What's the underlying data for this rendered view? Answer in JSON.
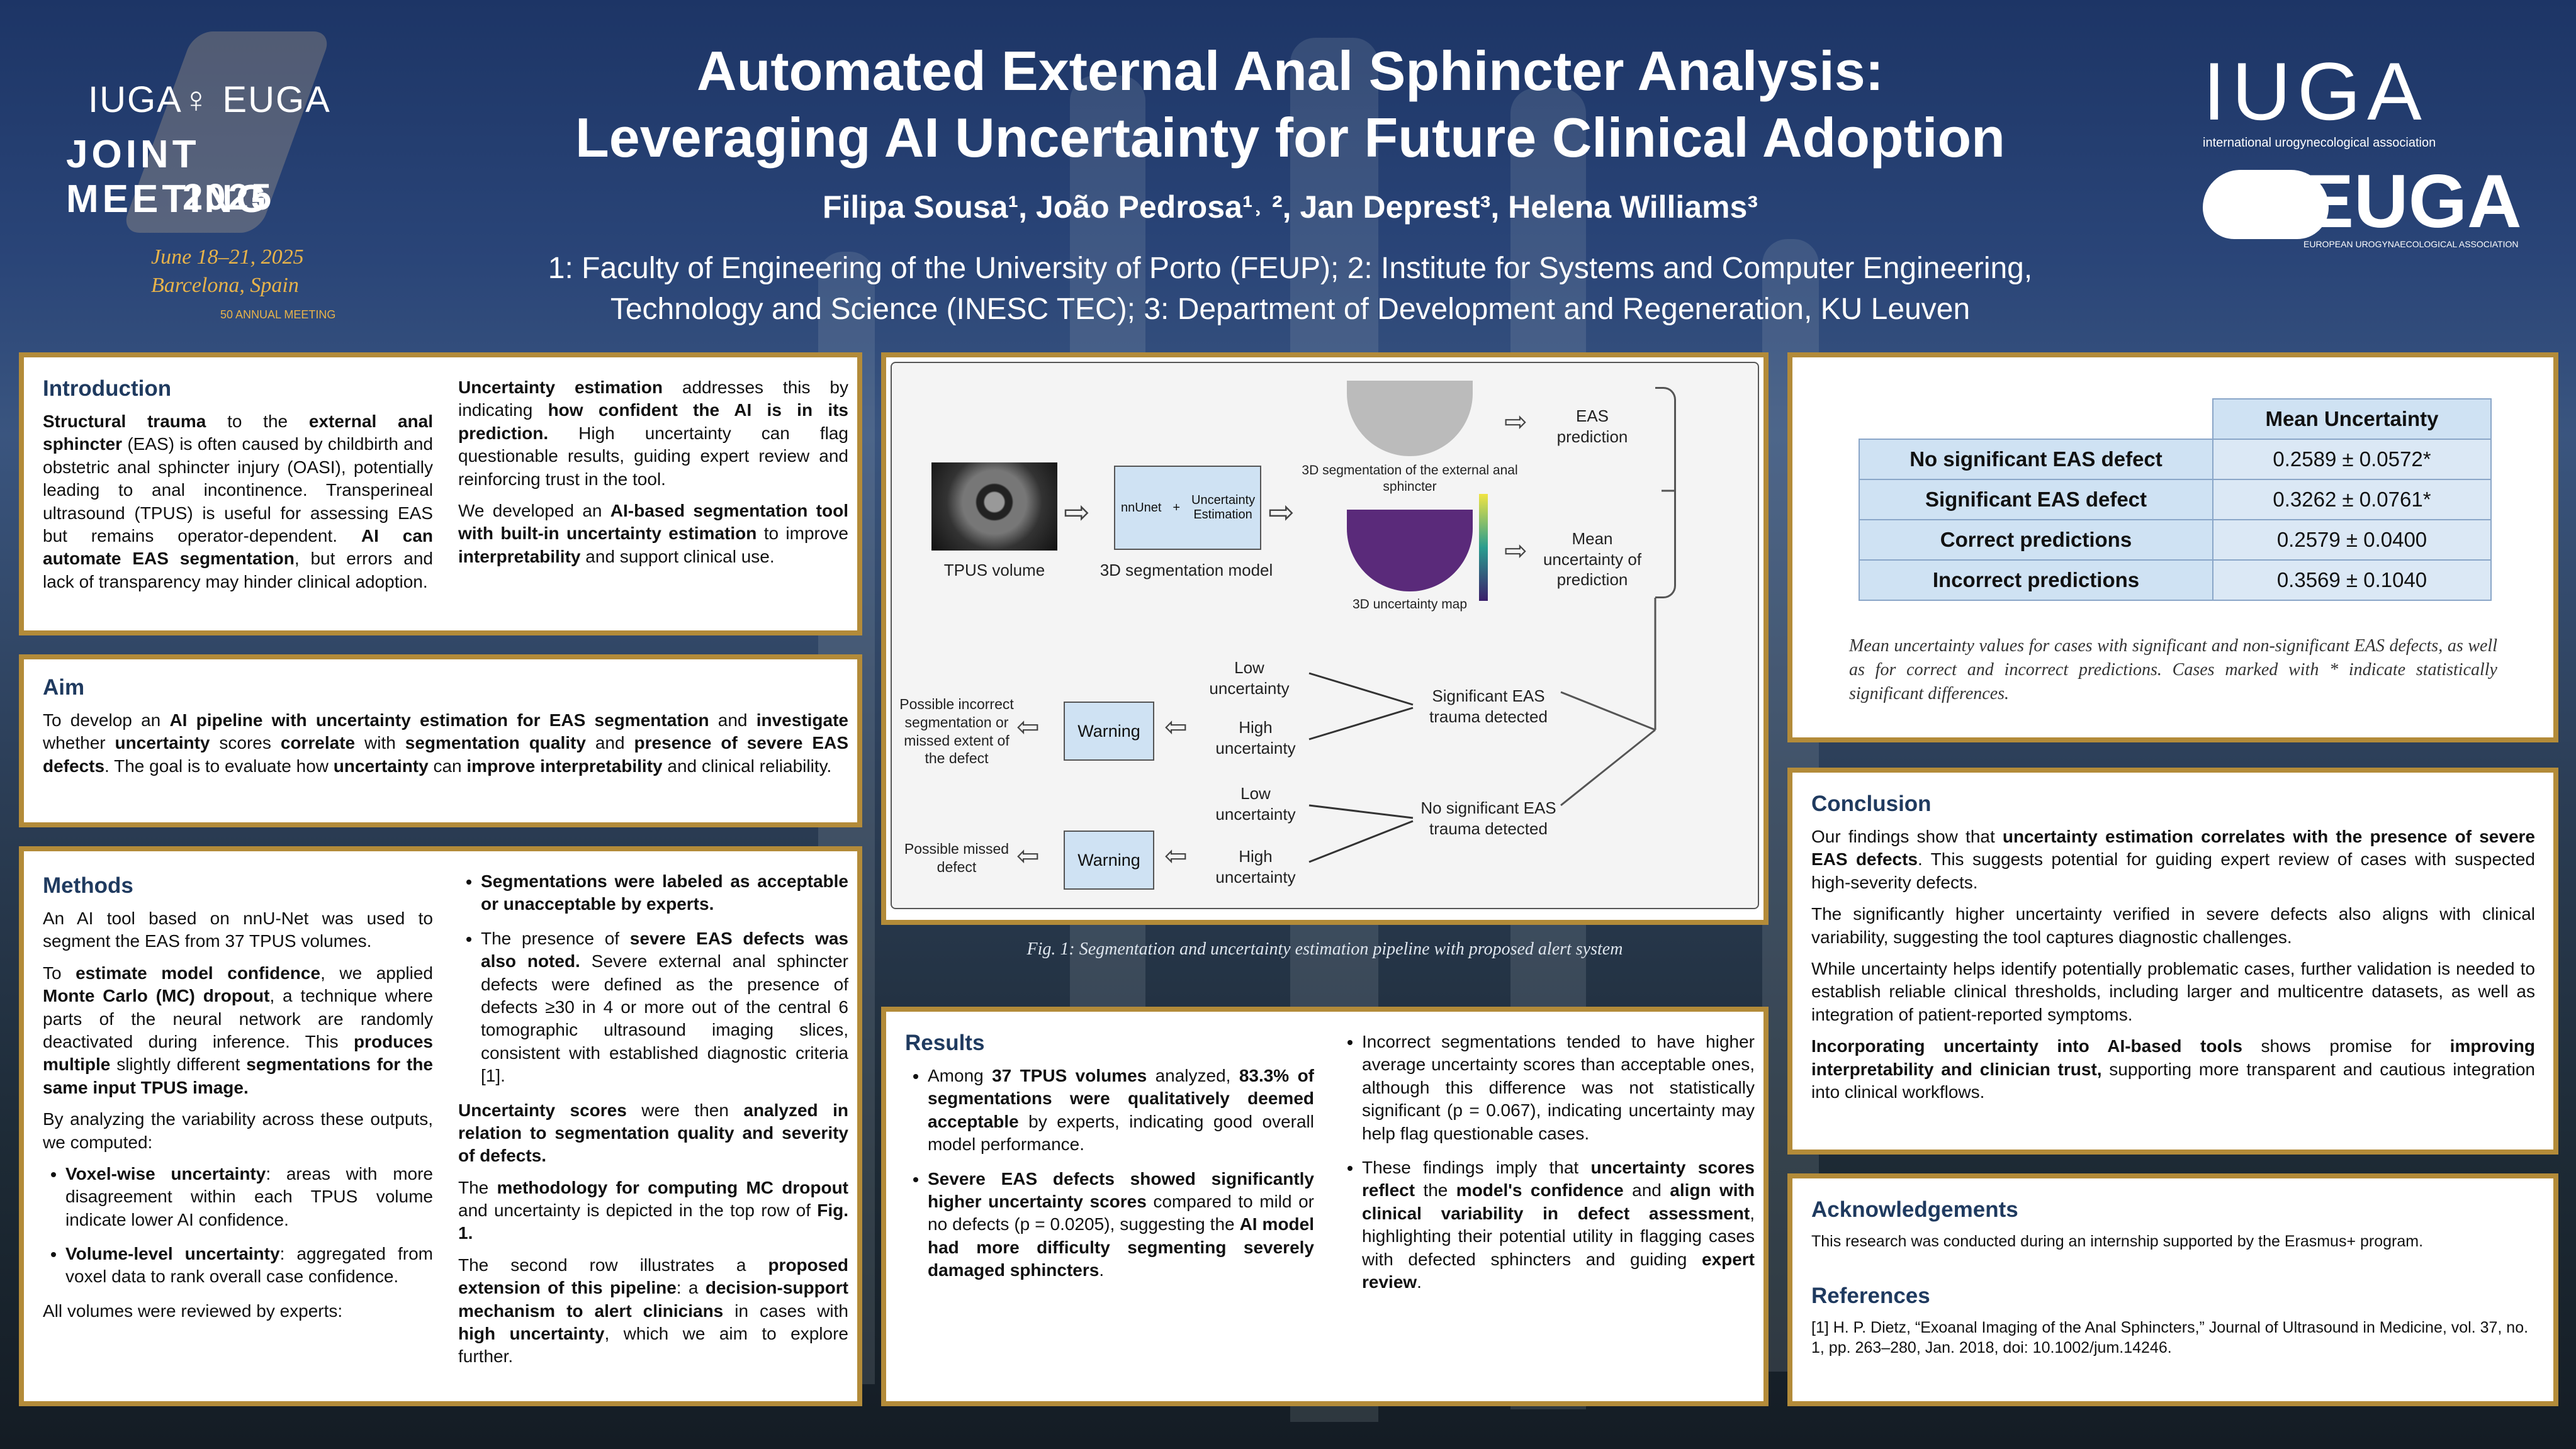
{
  "header": {
    "title_line1": "Automated External Anal Sphincter Analysis:",
    "title_line2": "Leveraging AI Uncertainty for Future Clinical Adoption",
    "authors": "Filipa Sousa¹, João Pedrosa¹˒ ², Jan Deprest³, Helena Williams³",
    "affil_line1": "1: Faculty of Engineering of the University of Porto (FEUP); 2: Institute for Systems and Computer Engineering,",
    "affil_line2": "Technology and Science (INESC TEC); 3: Department of Development and Regeneration, KU Leuven"
  },
  "logo_left": {
    "orgs": "IUGA♀ EUGA",
    "line1": "JOINT MEETING",
    "line2": "2025",
    "dates": "June 18–21, 2025",
    "place": "Barcelona, Spain",
    "annual": "50 ANNUAL MEETING"
  },
  "logo_right": {
    "iuga": "IUGA",
    "iuga_sub": "international urogynecological association",
    "euga": "EUGA",
    "euga_sub": "EUROPEAN UROGYNAECOLOGICAL ASSOCIATION"
  },
  "intro": {
    "title": "Introduction",
    "p1_a": "Structural trauma",
    "p1_b": " to the ",
    "p1_c": "external anal sphincter",
    "p1_d": " (EAS) is often caused by childbirth and obstetric anal sphincter injury (OASI), potentially leading to anal incontinence. Transperineal ultrasound (TPUS) is useful for assessing EAS but remains operator-dependent. ",
    "p1_e": "AI can automate EAS segmentation",
    "p1_f": ", but errors and lack of transparency may hinder clinical adoption.",
    "p2_a": "Uncertainty estimation",
    "p2_b": " addresses this by indicating ",
    "p2_c": "how confident the AI is in its prediction.",
    "p2_d": " High uncertainty can flag questionable results, guiding expert review and reinforcing trust in the tool.",
    "p3_a": "We developed an ",
    "p3_b": "AI-based segmentation tool with built-in uncertainty estimation",
    "p3_c": " to improve ",
    "p3_d": "interpretability",
    "p3_e": " and support clinical use."
  },
  "aim": {
    "title": "Aim",
    "a": "To develop an ",
    "b": "AI pipeline with uncertainty estimation for EAS segmentation",
    "c": " and ",
    "d": "investigate",
    "e": " whether ",
    "f": "uncertainty",
    "g": " scores ",
    "h": "correlate",
    "i": " with ",
    "j": "segmentation quality",
    "k": " and ",
    "l": "presence of severe EAS defects",
    "m": ". The goal is to evaluate how ",
    "n": "uncertainty",
    "o": " can ",
    "p": "improve interpretability",
    "q": " and clinical reliability."
  },
  "methods": {
    "title": "Methods",
    "p1": "An AI tool based on nnU-Net was used to segment the EAS from 37 TPUS volumes.",
    "p2_a": "To ",
    "p2_b": "estimate model confidence",
    "p2_c": ", we applied ",
    "p2_d": "Monte Carlo (MC) dropout",
    "p2_e": ", a technique where parts of the neural network are randomly deactivated during inference. This ",
    "p2_f": "produces multiple",
    "p2_g": " slightly different ",
    "p2_h": "segmentations for the same input TPUS image.",
    "p3": "By analyzing the variability across these outputs, we computed:",
    "b1_a": "Voxel-wise uncertainty",
    "b1_b": ": areas with more disagreement within each TPUS volume indicate lower AI confidence.",
    "b2_a": "Volume-level uncertainty",
    "b2_b": ": aggregated from voxel data to rank overall case confidence.",
    "p4": "All volumes were reviewed by experts:",
    "c1_a": "Segmentations were labeled as acceptable or unacceptable by experts.",
    "c2_a": "The presence of ",
    "c2_b": "severe EAS defects was also noted.",
    "c2_c": " Severe external anal sphincter defects were defined as the presence of defects ≥30 in 4 or more out of the central 6 tomographic ultrasound imaging slices, consistent with established diagnostic criteria [1].",
    "p5_a": "Uncertainty scores",
    "p5_b": " were then ",
    "p5_c": "analyzed in relation to segmentation quality and severity of defects.",
    "p6_a": "The ",
    "p6_b": "methodology for computing MC dropout",
    "p6_c": " and uncertainty is depicted in the top row of ",
    "p6_d": "Fig. 1.",
    "p7_a": "The second row illustrates a ",
    "p7_b": "proposed extension of this pipeline",
    "p7_c": ": a ",
    "p7_d": "decision-support mechanism to alert clinicians",
    "p7_e": " in cases with ",
    "p7_f": "high uncertainty",
    "p7_g": ", which we aim to explore further."
  },
  "figure": {
    "tpus": "TPUS volume",
    "model_in": "nnUnet",
    "plus": "+",
    "model_box": "Uncertainty Estimation",
    "model": "3D segmentation model",
    "seg_label": "3D segmentation of the external anal sphincter",
    "unc_label": "3D uncertainty map",
    "eas_pred": "EAS prediction",
    "mean_unc": "Mean uncertainty of prediction",
    "sig": "Significant EAS trauma detected",
    "nosig": "No significant EAS trauma detected",
    "low": "Low uncertainty",
    "high": "High uncertainty",
    "warning": "Warning",
    "poss1": "Possible incorrect segmentation or missed extent of the defect",
    "poss2": "Possible missed defect",
    "caption": "Fig. 1: Segmentation and uncertainty estimation pipeline with proposed alert system"
  },
  "results": {
    "title": "Results",
    "r1_a": "Among ",
    "r1_b": "37 TPUS volumes",
    "r1_c": " analyzed, ",
    "r1_d": "83.3% of segmentations were qualitatively deemed acceptable",
    "r1_e": " by experts, indicating good overall model performance.",
    "r2_a": "Severe EAS defects showed significantly higher uncertainty scores",
    "r2_b": " compared to mild or no defects (p = 0.0205), suggesting the ",
    "r2_c": "AI model had more difficulty segmenting severely damaged sphincters",
    "r2_d": ".",
    "r3": "Incorrect segmentations tended to have higher average uncertainty scores than acceptable ones, although this difference was not statistically significant (p = 0.067), indicating uncertainty may help flag questionable cases.",
    "r4_a": "These findings imply that ",
    "r4_b": "uncertainty scores reflect",
    "r4_c": " the ",
    "r4_d": "model's confidence",
    "r4_e": " and ",
    "r4_f": "align with clinical variability in defect assessment",
    "r4_g": ", highlighting their potential utility in flagging cases with defected sphincters and guiding ",
    "r4_h": "expert review",
    "r4_i": "."
  },
  "table": {
    "header": "Mean Uncertainty",
    "rows": [
      {
        "label": "No significant EAS defect",
        "value": "0.2589 ± 0.0572*"
      },
      {
        "label": "Significant EAS defect",
        "value": "0.3262 ± 0.0761*"
      },
      {
        "label": "Correct predictions",
        "value": "0.2579 ± 0.0400"
      },
      {
        "label": "Incorrect predictions",
        "value": "0.3569 ± 0.1040"
      }
    ],
    "caption": "Mean uncertainty values for cases with significant and non-significant EAS defects, as well as for correct and incorrect predictions. Cases marked with * indicate statistically significant differences."
  },
  "conclusion": {
    "title": "Conclusion",
    "p1_a": "Our findings show that ",
    "p1_b": "uncertainty estimation correlates with the presence of severe EAS defects",
    "p1_c": ". This suggests potential for guiding expert review of cases with suspected high-severity defects.",
    "p2": "The significantly higher uncertainty verified in severe defects also aligns with clinical variability, suggesting the tool captures diagnostic challenges.",
    "p3": "While uncertainty helps identify potentially problematic cases, further validation is needed to establish reliable clinical thresholds, including larger and multicentre datasets, as well as integration of patient-reported symptoms.",
    "p4_a": "Incorporating uncertainty into AI-based tools",
    "p4_b": " shows promise for ",
    "p4_c": "improving interpretability and clinician trust,",
    "p4_d": " supporting more transparent and cautious integration into clinical workflows."
  },
  "ack": {
    "title": "Acknowledgements",
    "text": "This research was conducted during an internship supported by the Erasmus+ program."
  },
  "refs": {
    "title": "References",
    "text": "[1] H. P. Dietz, “Exoanal Imaging of the Anal Sphincters,” Journal of Ultrasound in Medicine, vol. 37, no. 1, pp. 263–280, Jan. 2018, doi: 10.1002/jum.14246."
  },
  "colors": {
    "border": "#b38b39",
    "title": "#1f3a5f",
    "box": "#cfe2f3"
  }
}
